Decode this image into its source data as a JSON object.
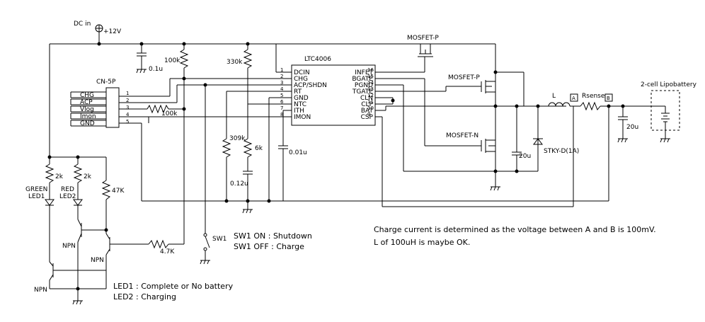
{
  "power": {
    "dc_in": "DC in",
    "voltage": "+12V"
  },
  "ic": {
    "name": "LTC4006",
    "left_pins": [
      {
        "num": "1",
        "name": "DCIN"
      },
      {
        "num": "2",
        "name": "CHG"
      },
      {
        "num": "3",
        "name": "ACP/SHDN"
      },
      {
        "num": "4",
        "name": "RT"
      },
      {
        "num": "5",
        "name": "GND"
      },
      {
        "num": "6",
        "name": "NTC"
      },
      {
        "num": "7",
        "name": "ITH"
      },
      {
        "num": "8",
        "name": "IMON"
      }
    ],
    "right_pins": [
      {
        "num": "16",
        "name": "INFET"
      },
      {
        "num": "15",
        "name": "BGATE"
      },
      {
        "num": "14",
        "name": "PGND"
      },
      {
        "num": "13",
        "name": "TGATE"
      },
      {
        "num": "12",
        "name": "CLN"
      },
      {
        "num": "11",
        "name": "CLP"
      },
      {
        "num": "10",
        "name": "BAT"
      },
      {
        "num": "9",
        "name": "CSP"
      }
    ]
  },
  "connector": {
    "name": "CN-5P",
    "pins": [
      {
        "label": "CHG",
        "num": "1"
      },
      {
        "label": "ACP",
        "num": "2"
      },
      {
        "label": "Vlog",
        "num": "3"
      },
      {
        "label": "Imon",
        "num": "4"
      },
      {
        "label": "GND",
        "num": "5"
      }
    ]
  },
  "components": {
    "c_01u": "0.1u",
    "r_100k_top": "100k",
    "r_330k": "330k",
    "r_100k_cn": "100k",
    "r_309k": "309k",
    "r_6k": "6k",
    "c_012u": "0.12u",
    "c_001u": "0.01u",
    "mosfet_p_top": "MOSFET-P",
    "mosfet_p_mid": "MOSFET-P",
    "mosfet_n": "MOSFET-N",
    "c_20u_a": "20u",
    "diode": "STKY-D(1A)",
    "inductor": "L",
    "rsense": "Rsense",
    "node_a": "A",
    "node_b": "B",
    "c_20u_b": "20u",
    "battery": "2-cell Lipobattery",
    "r_2k_a": "2k",
    "r_2k_b": "2k",
    "r_47k": "47K",
    "r_47k_base": "4.7K",
    "led1": "GREEN",
    "led1_id": "LED1",
    "led2": "RED",
    "led2_id": "LED2",
    "npn1": "NPN",
    "npn2": "NPN",
    "npn3": "NPN",
    "sw1": "SW1"
  },
  "notes": {
    "sw_on": "SW1 ON : Shutdown",
    "sw_off": "SW1 OFF : Charge",
    "led1_note": "LED1 : Complete or No battery",
    "led2_note": "LED2 : Charging",
    "charge_note": "Charge current is determined as the voltage between A and B is 100mV.",
    "l_note": "L of 100uH is maybe OK."
  }
}
